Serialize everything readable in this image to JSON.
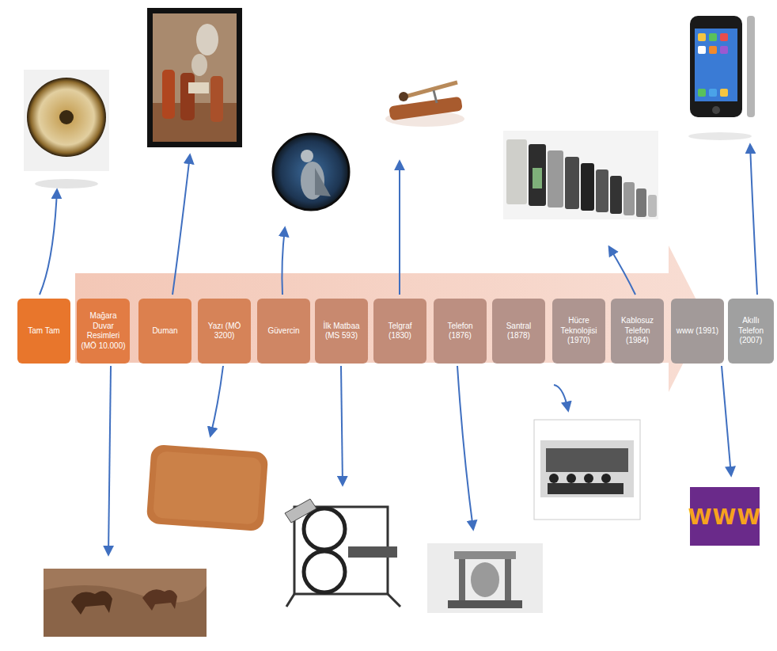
{
  "diagram": {
    "nodes": [
      {
        "text": [
          "Tam Tam"
        ]
      },
      {
        "text": [
          "Mağara Duvar Resimleri (MÖ 10.000)"
        ]
      },
      {
        "text": [
          "Duman"
        ]
      },
      {
        "text": [
          "Yazı (MÖ 3200)"
        ]
      },
      {
        "text": [
          "Güvercin"
        ]
      },
      {
        "text": [
          "İlk Matbaa (MS 593)"
        ]
      },
      {
        "text": [
          "Telgraf (1830)"
        ]
      },
      {
        "text": [
          "Telefon (1876)"
        ]
      },
      {
        "text": [
          "Santral (1878)"
        ]
      },
      {
        "text": [
          "Hücre Teknolojisi (1970)"
        ]
      },
      {
        "text": [
          "Kablosuz Telefon (1984)"
        ]
      },
      {
        "text": [
          "www (1991)"
        ]
      },
      {
        "text": [
          "Akıllı Telefon (2007)"
        ]
      }
    ],
    "labels": [
      "WWW"
    ]
  }
}
